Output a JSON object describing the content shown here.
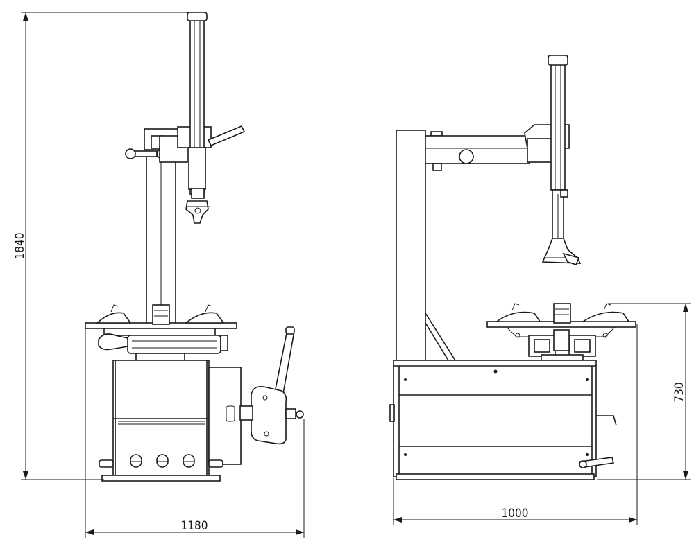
{
  "dimensions": {
    "overall_height": "1840",
    "front_width": "1180",
    "side_depth": "1000",
    "table_height": "730"
  }
}
